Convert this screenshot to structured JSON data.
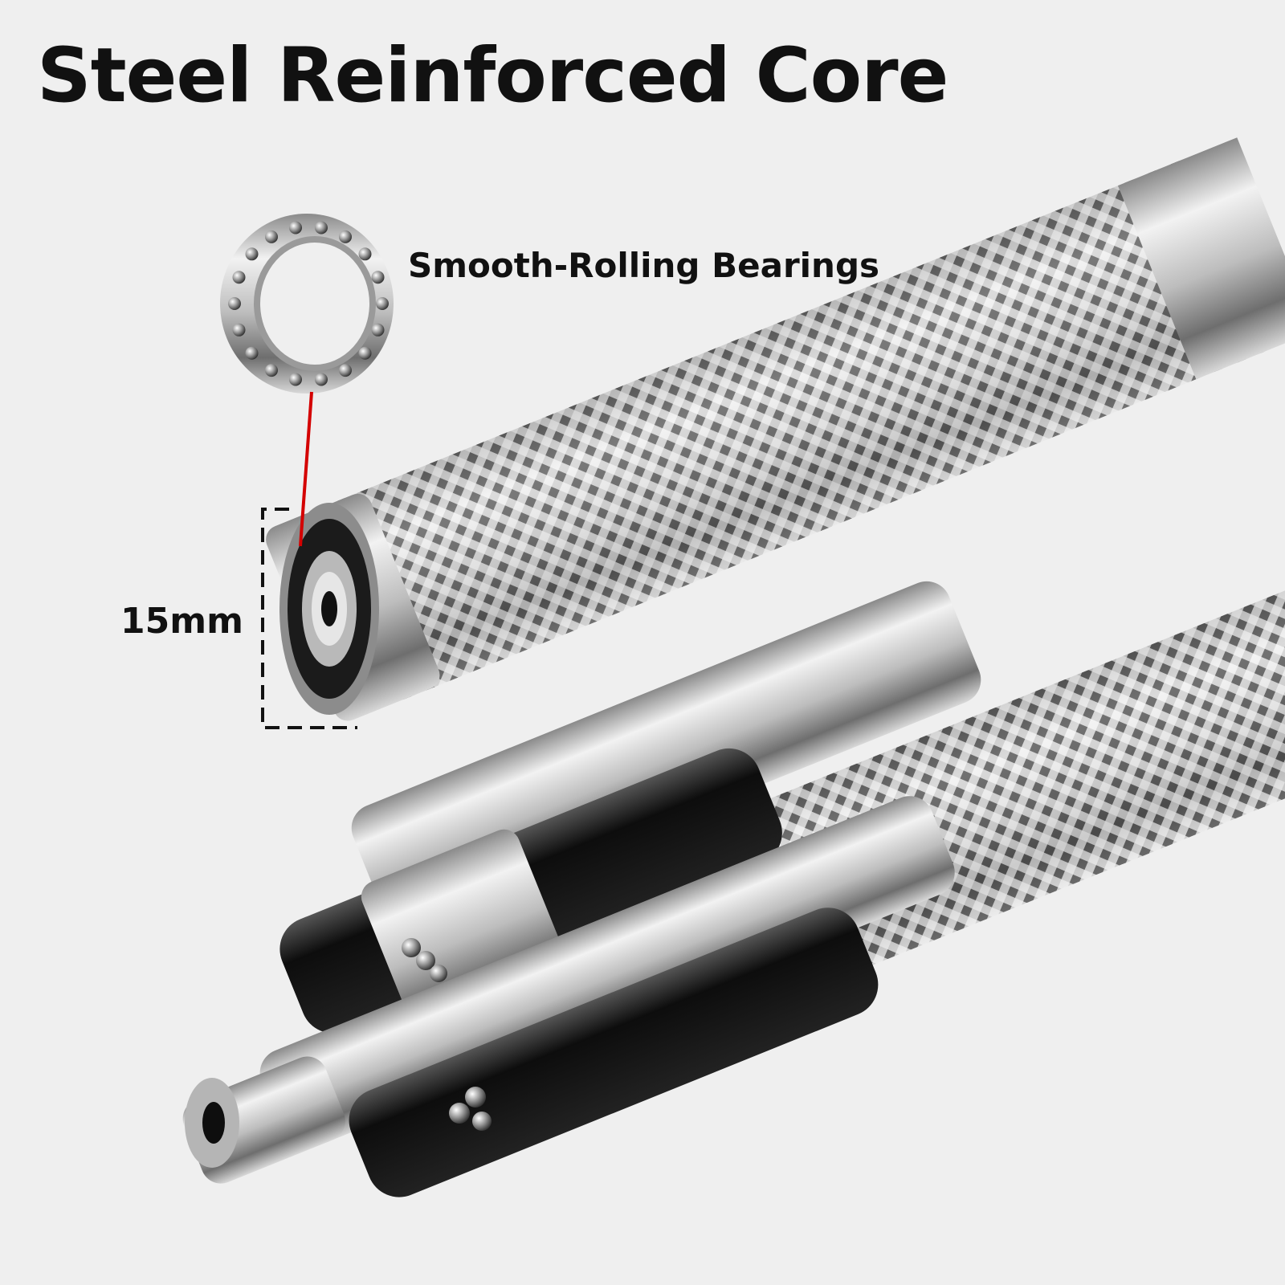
{
  "headline": "Steel Reinforced Core",
  "callout_label": "Smooth-Rolling Bearings",
  "dimension_label": "15mm",
  "colors": {
    "background": "#efefef",
    "text": "#111111",
    "callout_line": "#d40000",
    "steel": "#c9c9c9",
    "black_sleeve": "#141414"
  }
}
